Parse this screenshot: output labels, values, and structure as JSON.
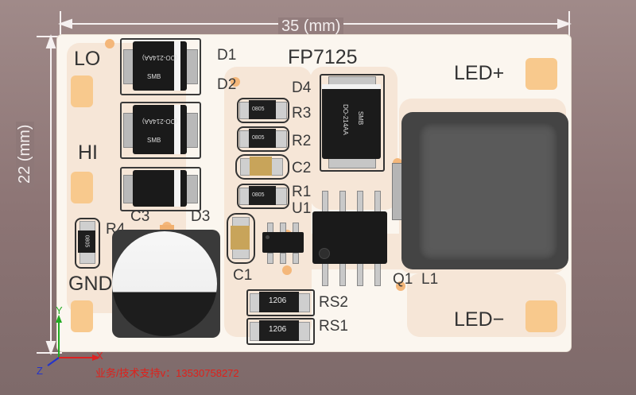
{
  "dimension": {
    "width_label": "35 (mm)",
    "height_label": "22 (mm)"
  },
  "labels": {
    "chip": "FP7125",
    "lo": "LO",
    "hi": "HI",
    "gnd": "GND",
    "led_plus": "LED+",
    "led_minus": "LED−",
    "d1": "D1",
    "d2": "D2",
    "d3": "D3",
    "d4": "D4",
    "r1": "R1",
    "r2": "R2",
    "r3": "R3",
    "r4": "R4",
    "c1": "C1",
    "c2": "C2",
    "c3": "C3",
    "u1": "U1",
    "q1": "Q1",
    "l1": "L1",
    "rs1": "RS1",
    "rs2": "RS2"
  },
  "markings": {
    "smb": "SMB",
    "do214": "(DO-214AA)",
    "d4_package": "DO-214AA",
    "r0805": "0805",
    "r1206": "1206"
  },
  "axes": {
    "x": "X",
    "y": "Y",
    "z": "Z"
  },
  "contact": "业务/技术支持v：13530758272"
}
